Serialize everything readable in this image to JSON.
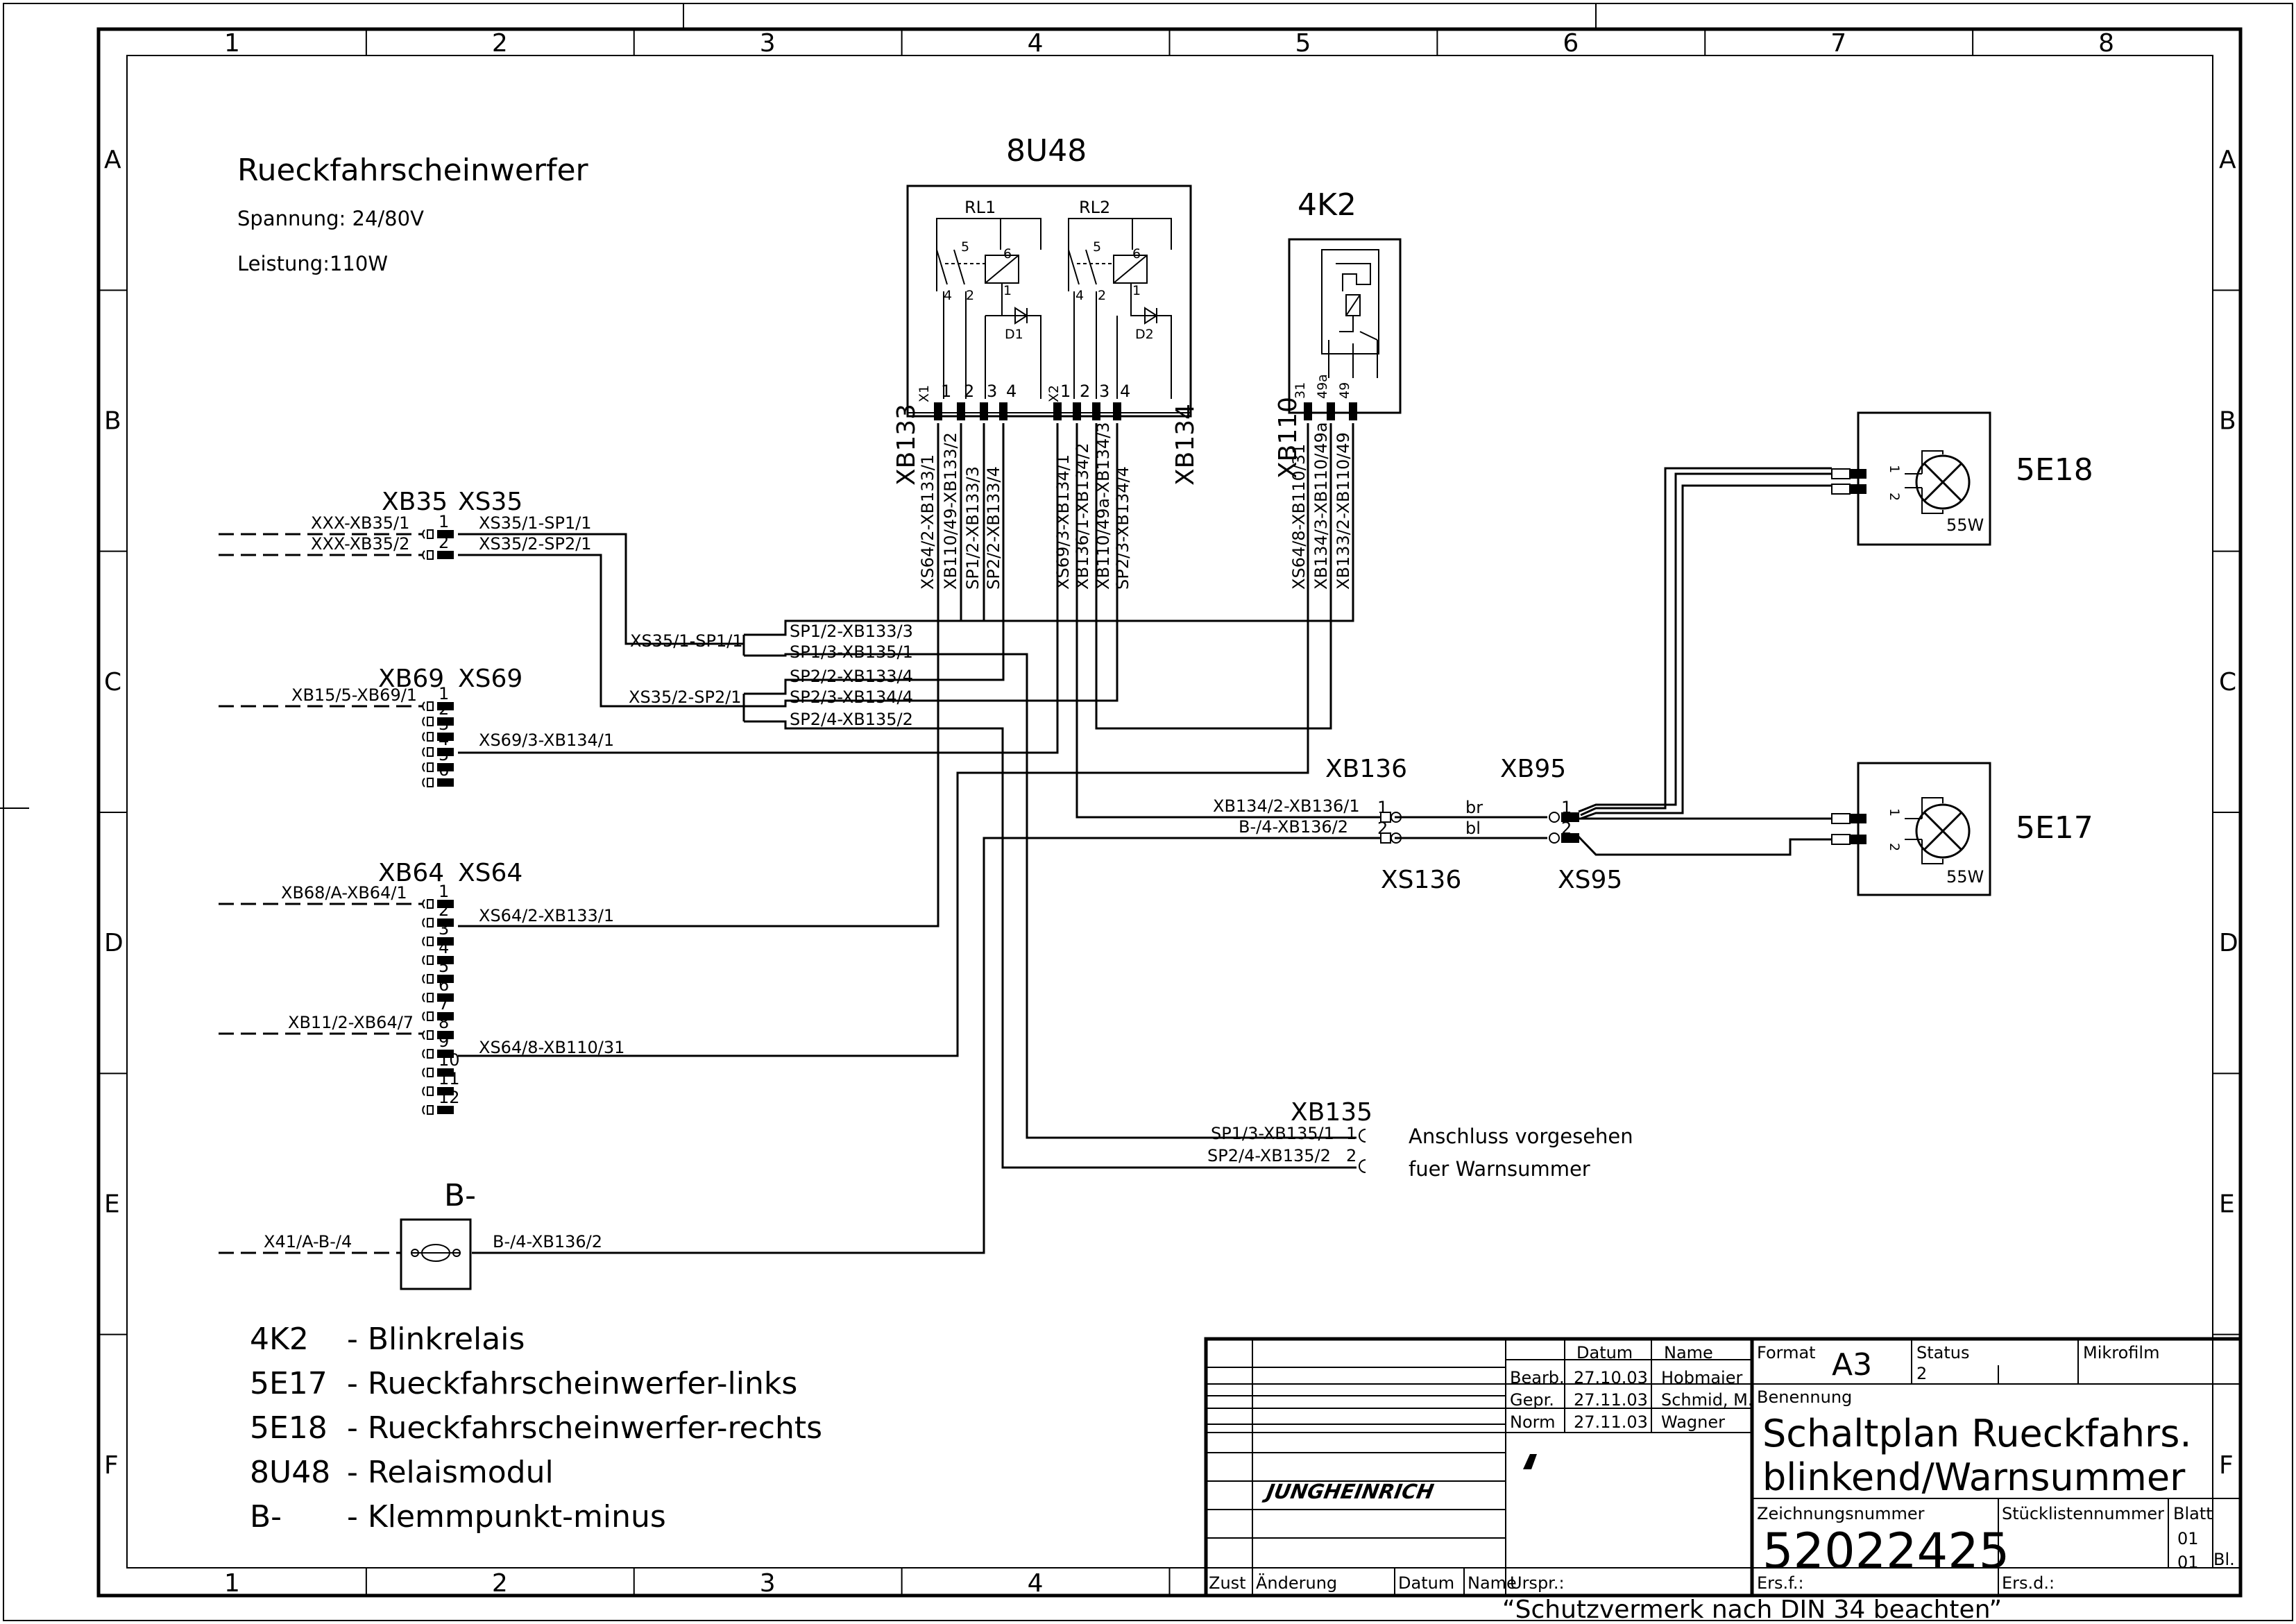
{
  "title": {
    "heading": "Rueckfahrscheinwerfer",
    "spannung": "Spannung: 24/80V",
    "leistung": "Leistung:110W"
  },
  "frame": {
    "columns": [
      "1",
      "2",
      "3",
      "4",
      "5",
      "6",
      "7",
      "8"
    ],
    "rows": [
      "A",
      "B",
      "C",
      "D",
      "E",
      "F"
    ],
    "bottom_columns": [
      "1",
      "2",
      "3",
      "4"
    ]
  },
  "relay_module": {
    "name": "8U48",
    "relays": [
      "RL1",
      "RL2"
    ],
    "diodes": [
      "D1",
      "D2"
    ],
    "contact_numbers": [
      "4",
      "5",
      "2",
      "6",
      "1"
    ],
    "left_connector": "XB133",
    "right_connector": "XB134",
    "left_header": "X1",
    "right_header": "X2",
    "pins": [
      "1",
      "2",
      "3",
      "4"
    ],
    "left_wires": [
      "XS64/2-XB133/1",
      "XB110/49-XB133/2",
      "SP1/2-XB133/3",
      "SP2/2-XB133/4"
    ],
    "right_wires": [
      "XS69/3-XB134/1",
      "XB136/1-XB134/2",
      "XB110/49a-XB134/3",
      "SP2/3-XB134/4"
    ]
  },
  "flasher": {
    "name": "4K2",
    "connector": "XB110",
    "pins": [
      "31",
      "49a",
      "49"
    ],
    "wires": [
      "XS64/8-XB110/31",
      "XB134/3-XB110/49a",
      "XB133/2-XB110/49"
    ]
  },
  "connectors": {
    "xb35": {
      "labels": [
        "XB35",
        "XS35"
      ],
      "pins": [
        "1",
        "2"
      ],
      "in_wires": [
        "XXX-XB35/1",
        "XXX-XB35/2"
      ],
      "out_wires": [
        "XS35/1-SP1/1",
        "XS35/2-SP2/1"
      ]
    },
    "xb69": {
      "labels": [
        "XB69",
        "XS69"
      ],
      "pins": [
        "1",
        "2",
        "3",
        "4",
        "5",
        "6"
      ],
      "in_wires": [
        "XB15/5-XB69/1"
      ],
      "out_wires": [
        "XS69/3-XB134/1"
      ]
    },
    "xb64": {
      "labels": [
        "XB64",
        "XS64"
      ],
      "pins": [
        "1",
        "2",
        "3",
        "4",
        "5",
        "6",
        "7",
        "8",
        "9",
        "10",
        "11",
        "12"
      ],
      "in_wires": [
        "XB68/A-XB64/1",
        "XB11/2-XB64/7"
      ],
      "out_wires": [
        "XS64/2-XB133/1",
        "XS64/8-XB110/31"
      ]
    },
    "bminus": {
      "label": "B-",
      "in_wire": "X41/A-B-/4",
      "out_wire": "B-/4-XB136/2"
    },
    "xb136": {
      "labels": [
        "XB136",
        "XS136"
      ],
      "pins": [
        "1",
        "2"
      ],
      "in_wires": [
        "XB134/2-XB136/1",
        "B-/4-XB136/2"
      ],
      "colors": [
        "br",
        "bl"
      ]
    },
    "xb95": {
      "labels": [
        "XB95",
        "XS95"
      ],
      "pins": [
        "1",
        "2"
      ]
    },
    "xb135": {
      "label": "XB135",
      "pins": [
        "1",
        "2"
      ],
      "in_wires": [
        "SP1/3-XB135/1",
        "SP2/4-XB135/2"
      ],
      "note": [
        "Anschluss vorgesehen",
        "fuer Warnsummer"
      ]
    }
  },
  "splices": {
    "sp1": {
      "in": "XS35/1-SP1/1",
      "out": [
        "SP1/2-XB133/3",
        "SP1/3-XB135/1"
      ]
    },
    "sp2": {
      "in": "XS35/2-SP2/1",
      "out": [
        "SP2/2-XB133/4",
        "SP2/3-XB134/4",
        "SP2/4-XB135/2"
      ]
    }
  },
  "lamps": [
    {
      "name": "5E18",
      "power": "55W",
      "pins": [
        "1",
        "2"
      ]
    },
    {
      "name": "5E17",
      "power": "55W",
      "pins": [
        "1",
        "2"
      ]
    }
  ],
  "legend": [
    {
      "code": "4K2",
      "desc": "- Blinkrelais"
    },
    {
      "code": "5E17",
      "desc": "- Rueckfahrscheinwerfer-links"
    },
    {
      "code": "5E18",
      "desc": "- Rueckfahrscheinwerfer-rechts"
    },
    {
      "code": "8U48",
      "desc": "- Relaismodul"
    },
    {
      "code": "B-",
      "desc": "- Klemmpunkt-minus"
    }
  ],
  "title_block": {
    "headers": {
      "datum": "Datum",
      "name": "Name",
      "format": "Format",
      "status": "Status",
      "mikrofilm": "Mikrofilm"
    },
    "format_value": "A3",
    "status_value": "2",
    "rows": [
      {
        "role": "Bearb.",
        "date": "27.10.03",
        "name": "Hobmaier"
      },
      {
        "role": "Gepr.",
        "date": "27.11.03",
        "name": "Schmid, M."
      },
      {
        "role": "Norm",
        "date": "27.11.03",
        "name": "Wagner"
      }
    ],
    "company": "JUNGHEINRICH",
    "benennung_label": "Benennung",
    "benennung": [
      "Schaltplan Rueckfahrs.",
      "blinkend/Warnsummer"
    ],
    "zeichnungsnummer_label": "Zeichnungsnummer",
    "zeichnungsnummer": "52022425",
    "stuecklistennummer_label": "Stücklistennummer",
    "blatt_label": "Blatt",
    "blatt_value": "01",
    "blatt_total": "01",
    "bl": "Bl.",
    "bottom_labels": [
      "Zust",
      "Änderung",
      "Datum",
      "Name",
      "Urspr.:",
      "Ers.f.:",
      "Ers.d.:"
    ],
    "footer": "“Schutzvermerk nach DIN 34 beachten”"
  }
}
